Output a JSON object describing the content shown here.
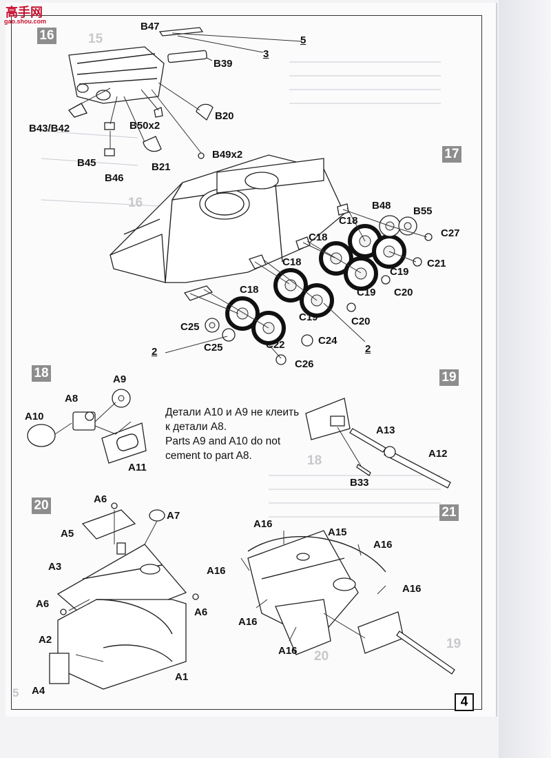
{
  "logo": {
    "title": "高手网",
    "subtitle": "gao.shou.com"
  },
  "page_number": "4",
  "margin_page_number": "5",
  "steps": {
    "s16": "16",
    "s17": "17",
    "s18": "18",
    "s19": "19",
    "s20": "20",
    "s21": "21"
  },
  "ghost_refs": {
    "g15": "15",
    "g16": "16",
    "g18": "18",
    "g20": "20",
    "g19": "19"
  },
  "step16_labels": {
    "b47": "B47",
    "ref5": "5",
    "ref3": "3",
    "b39": "B39",
    "b20": "B20",
    "b43_b42": "B43/B42",
    "b50x2": "B50x2",
    "b49x2": "B49x2",
    "b45": "B45",
    "b21": "B21",
    "b46": "B46"
  },
  "step17_labels": {
    "b48": "B48",
    "b55": "B55",
    "c27": "C27",
    "c18a": "C18",
    "c18b": "C18",
    "c18c": "C18",
    "c18d": "C18",
    "c21": "C21",
    "c19a": "C19",
    "c19b": "C19",
    "c20a": "C20",
    "c19c": "C19",
    "c20b": "C20",
    "c25a": "C25",
    "c25b": "C25",
    "c22": "C22",
    "c24": "C24",
    "ref2a": "2",
    "ref2b": "2",
    "c26": "C26"
  },
  "step18_labels": {
    "a9": "A9",
    "a8": "A8",
    "a10": "A10",
    "a11": "A11"
  },
  "note": {
    "ru": "Детали А10 и А9 не клеить к детали А8.",
    "en": "Parts A9 and A10 do not cement to part A8."
  },
  "step19_labels": {
    "a13": "A13",
    "a12": "A12",
    "b33": "B33"
  },
  "step20_labels": {
    "a6a": "A6",
    "a7": "A7",
    "a5": "A5",
    "a3": "A3",
    "a6b": "A6",
    "a6c": "A6",
    "a2": "A2",
    "a4": "A4",
    "a1": "A1"
  },
  "step21_labels": {
    "a16a": "A16",
    "a15": "A15",
    "a16b": "A16",
    "a16c": "A16",
    "a16d": "A16",
    "a16e": "A16",
    "a16f": "A16"
  }
}
